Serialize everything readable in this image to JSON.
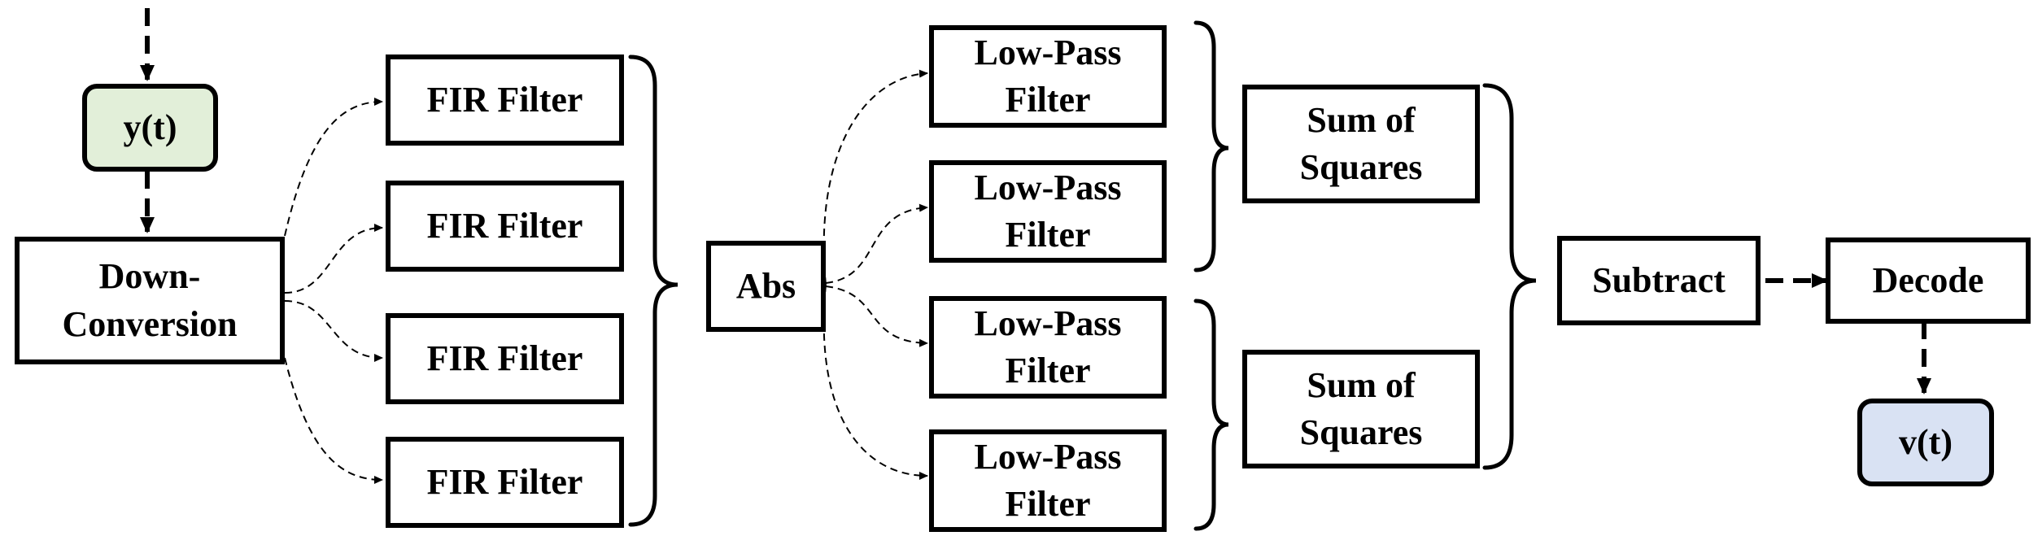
{
  "colors": {
    "input_fill": "#e2efd9",
    "output_fill": "#d9e2f3",
    "stroke": "#000000"
  },
  "nodes": {
    "input": "y(t)",
    "down_conversion": "Down-\nConversion",
    "fir_filters": [
      "FIR Filter",
      "FIR Filter",
      "FIR Filter",
      "FIR Filter"
    ],
    "abs": "Abs",
    "low_pass_filters": [
      "Low-Pass\nFilter",
      "Low-Pass\nFilter",
      "Low-Pass\nFilter",
      "Low-Pass\nFilter"
    ],
    "sum_of_squares": [
      "Sum of\nSquares",
      "Sum of\nSquares"
    ],
    "subtract": "Subtract",
    "decode": "Decode",
    "output": "v(t)"
  }
}
